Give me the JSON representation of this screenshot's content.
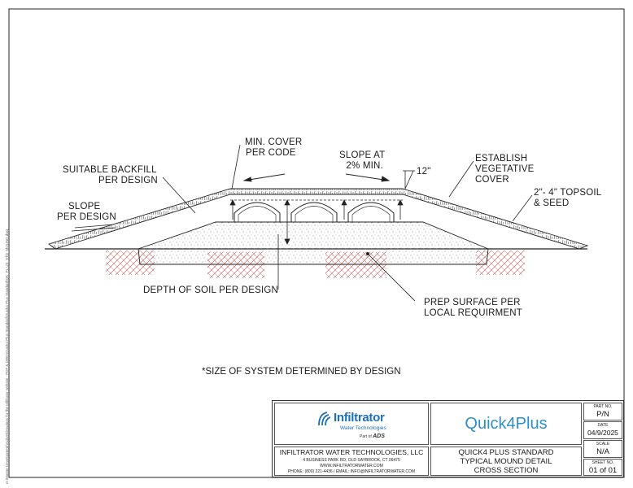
{
  "labels": {
    "min_cover_1": "MIN. COVER",
    "min_cover_2": "PER CODE",
    "slope_at_1": "SLOPE AT",
    "slope_at_2": "2% MIN.",
    "twelve_in": "12\"",
    "suitable_1": "SUITABLE BACKFILL",
    "suitable_2": "PER DESIGN",
    "slope_pd_1": "SLOPE",
    "slope_pd_2": "PER DESIGN",
    "establish_1": "ESTABLISH",
    "establish_2": "VEGETATIVE",
    "establish_3": "COVER",
    "topsoil_1": "2\"- 4\" TOPSOIL",
    "topsoil_2": "& SEED",
    "depth_soil": "DEPTH OF SOIL PER DESIGN",
    "prep_1": "PREP SURFACE PER",
    "prep_2": "LOCAL REQUIRMENT"
  },
  "note": "*SIZE OF SYSTEM DETERMINED BY DESIGN",
  "side_text": "G:\\Master Development\\Active\\Drawings for the Infiltrator website - PDF & DWG\\Quick4 Plus Standard\\Quick4 Plus Standard\\QK_PL US_STD_MOUND.dwg",
  "title_block": {
    "logo_name": "Infiltrator",
    "logo_sub": "Water Technologies",
    "logo_partof": "Part of",
    "logo_ads": "ADS",
    "product": "Quick4Plus",
    "company": "INFILTRATOR WATER TECHNOLOGIES, LLC",
    "address": "4 BUSINESS PARK RD, OLD SAYBROOK, CT 06475",
    "website": "WWW.INFILTRATORWATER.COM",
    "contact": "PHONE: (800) 221-4436 / EMAIL: INFO@INFILTRATORWATER.COM",
    "drawing_title_1": "QUICK4 PLUS STANDARD",
    "drawing_title_2": "TYPICAL MOUND DETAIL",
    "drawing_title_3": "CROSS SECTION",
    "part_no_label": "PART NO.",
    "part_no": "P/N",
    "date_label": "DATE",
    "date": "04/9/2025",
    "scale_label": "SCALE",
    "scale": "N/A",
    "sheet_label": "SHEET NO.",
    "sheet": "01 of 01"
  },
  "colors": {
    "line": "#1a1a1a",
    "soil_hatch": "#c0474a",
    "product_blue": "#2e8fc9",
    "logo_blue": "#1f6fb5"
  }
}
